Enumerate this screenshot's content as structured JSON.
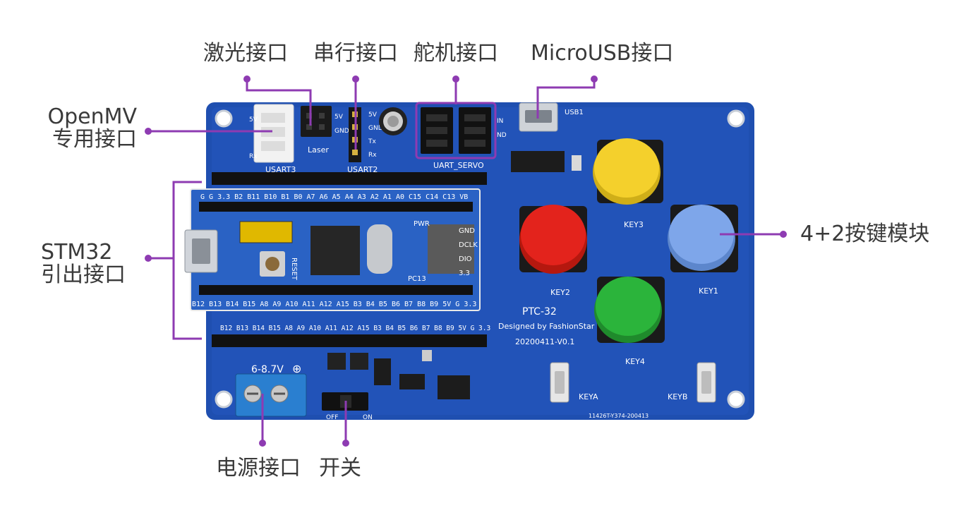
{
  "callouts": {
    "laser": "激光接口",
    "serial": "串行接口",
    "servo": "舵机接口",
    "microusb": "MicroUSB接口",
    "openmv_line1": "OpenMV",
    "openmv_line2": "专用接口",
    "stm32_line1": "STM32",
    "stm32_line2": "引出接口",
    "keys": "4+2按键模块",
    "power": "电源接口",
    "switch": "开关"
  },
  "board": {
    "usart3": "USART3",
    "usart2": "USART2",
    "laser": "Laser",
    "uart_servo": "UART_SERVO",
    "usb1": "USB1",
    "pin_5v": "5V",
    "pin_gnd": "GND",
    "pin_tx": "Tx",
    "pin_rx": "Rx",
    "pin_in": "IN",
    "pin_nd": "ND",
    "model": "PTC-32",
    "designer": "Designed by FashionStar",
    "version": "20200411-V0.1",
    "serial_no": "11426T-Y374-200413",
    "voltage": "6-8.7V",
    "plus_symbol": "⊕",
    "off": "OFF",
    "on": "ON",
    "key1": "KEY1",
    "key2": "KEY2",
    "key3": "KEY3",
    "key4": "KEY4",
    "keya": "KEYA",
    "keyb": "KEYB",
    "reset": "RESET",
    "pwr": "PWR",
    "pc13": "PC13",
    "right_header": [
      "GND",
      "DCLK",
      "DIO",
      "3.3"
    ],
    "top_header": "G  G  3.3 B2 B11 B10 B1 B0 A7 A6 A5 A4 A3 A2 A1 A0 C15 C14 C13 VB",
    "bottom_header": "B12 B13 B14 B15 A8 A9 A10 A11 A12 A15 B3 B4 B5 B6 B7 B8 B9 5V G 3.3"
  },
  "colors": {
    "pcb": "#1f4fb0",
    "callout_line": "#8e3bb2",
    "key_yellow": "#f4d02c",
    "key_red": "#e3231c",
    "key_blue": "#7ea6ea",
    "key_green": "#2bb43b"
  }
}
